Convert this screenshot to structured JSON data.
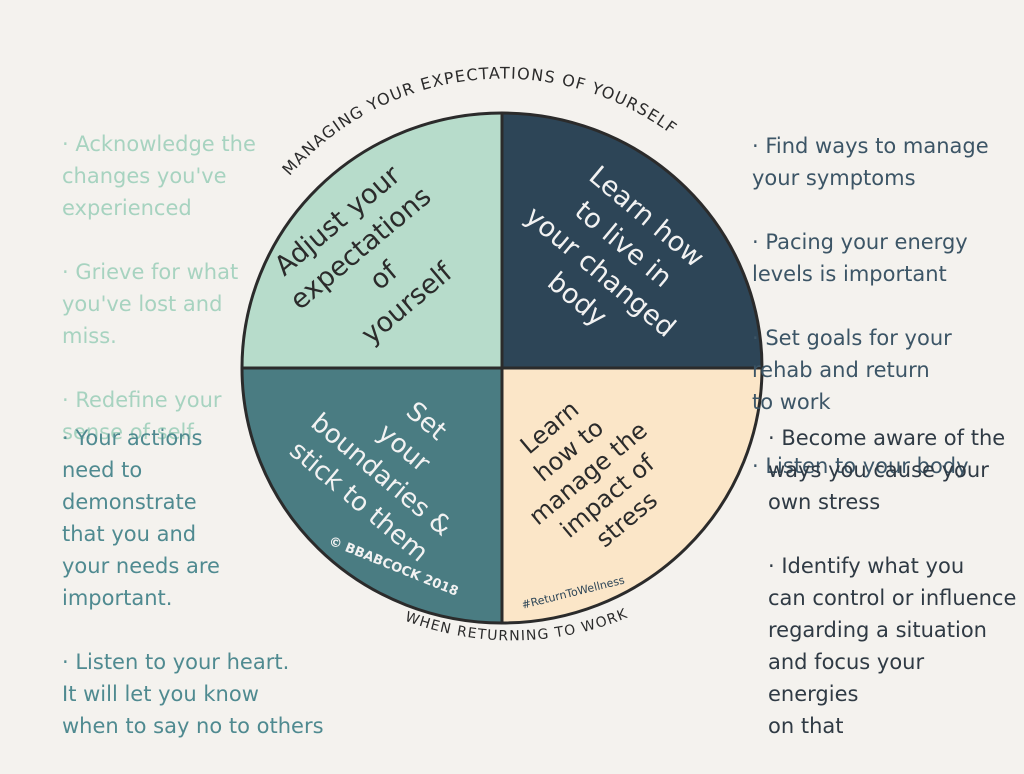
{
  "arc_title_top": "MANAGING YOUR EXPECTATIONS OF YOURSELF",
  "arc_title_bottom": "WHEN RETURNING TO WORK",
  "quadrants": {
    "top_left": {
      "lines": [
        "Adjust your",
        "expectations",
        "of",
        "yourself"
      ],
      "color": "#b7dccb"
    },
    "top_right": {
      "lines": [
        "Learn how",
        "to live in",
        "your changed",
        "body"
      ],
      "color": "#2d4557"
    },
    "bottom_left": {
      "lines": [
        "Set",
        "your",
        "boundaries &",
        "stick to them"
      ],
      "color": "#4a7c82"
    },
    "bottom_right": {
      "lines": [
        "Learn",
        "how to",
        "manage the",
        "impact of",
        "stress"
      ],
      "color": "#fbe6c8"
    }
  },
  "credit": "© BBABCOCK 2018",
  "hashtag": "#ReturnToWellness",
  "notes": {
    "top_left": [
      "· Acknowledge the\n  changes you've\n  experienced",
      "· Grieve for what\n  you've lost and\n  miss.",
      "· Redefine your\n  sense of self"
    ],
    "bottom_left": [
      "· Your actions\n  need to\n  demonstrate\n  that you and\n  your needs are\n  important.",
      "· Listen to your heart.\n  It will let you know\n  when to say no to others"
    ],
    "top_right": [
      "· Find ways to manage\n  your symptoms",
      "· Pacing your energy\n  levels is important",
      "· Set goals for your\n  rehab and return\n  to work",
      "· Listen to your body"
    ],
    "bottom_right": [
      "· Become aware of the\n  ways you cause your\n  own stress",
      "· Identify what you\n  can control or influence\n  regarding a situation\n  and focus your energies\n  on that"
    ]
  },
  "colors": {
    "outline": "#2b2b2b",
    "text_light": "#f2f2f2",
    "text_dark": "#2b2b2b",
    "notes_top_left": "#a7d3c0",
    "notes_bottom_left": "#4f8a90",
    "notes_top_right": "#3c5566",
    "notes_bottom_right": "#2f3a44"
  }
}
